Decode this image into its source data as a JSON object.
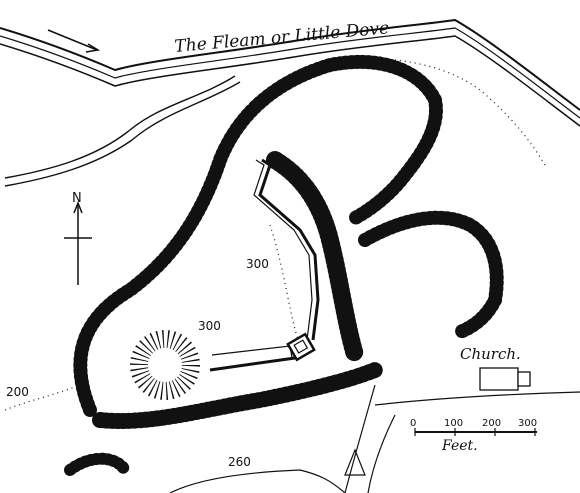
{
  "map": {
    "river_label": "The Fleam or Little Dove",
    "north_label": "N",
    "church_label": "Church.",
    "contours": [
      "300",
      "300",
      "200",
      "260"
    ],
    "scale": {
      "ticks": [
        "0",
        "100",
        "200",
        "300"
      ],
      "unit_label": "Feet."
    }
  }
}
